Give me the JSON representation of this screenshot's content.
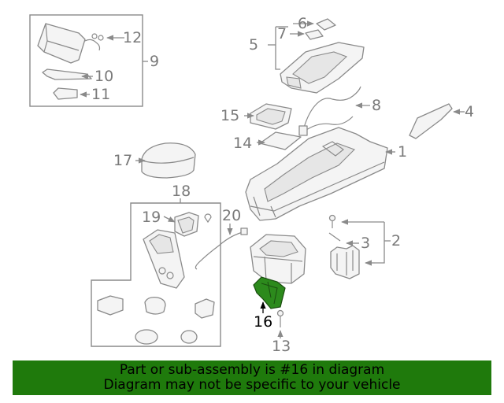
{
  "callouts": {
    "n1": "1",
    "n2": "2",
    "n3": "3",
    "n4": "4",
    "n5": "5",
    "n6": "6",
    "n7": "7",
    "n8": "8",
    "n9": "9",
    "n10": "10",
    "n11": "11",
    "n12": "12",
    "n13": "13",
    "n14": "14",
    "n15": "15",
    "n16": "16",
    "n17": "17",
    "n18": "18",
    "n19": "19",
    "n20": "20"
  },
  "highlight": {
    "part_number": "16",
    "color": "#2c8a1c"
  },
  "banner": {
    "line1": "Part or sub-assembly is #16 in diagram",
    "line2": "Diagram may not be specific to your vehicle",
    "color": "#1f7a0c"
  }
}
